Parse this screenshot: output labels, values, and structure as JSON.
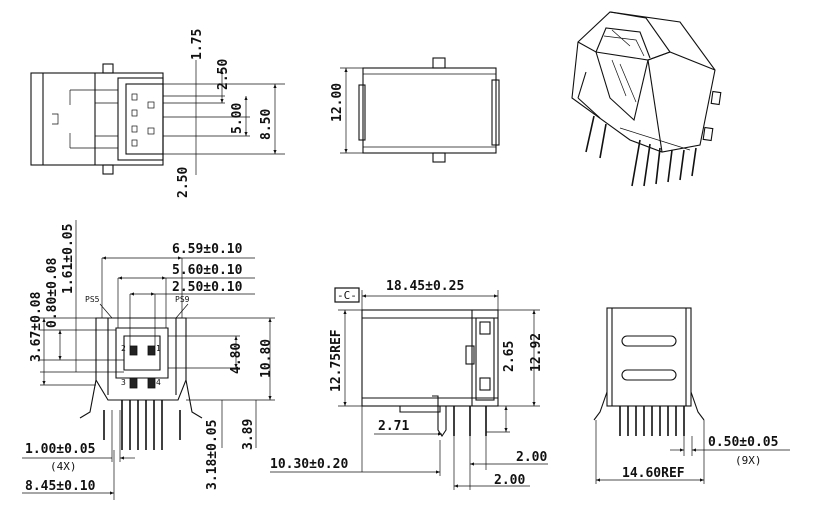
{
  "top_view": {
    "dims": [
      "1.75",
      "2.50",
      "5.00",
      "8.50",
      "2.50"
    ]
  },
  "side_view": {
    "dims": [
      "12.00"
    ]
  },
  "front_view": {
    "dims": [
      "6.59±0.10",
      "5.60±0.10",
      "2.50±0.10",
      "3.67±0.08",
      "0.80±0.08",
      "1.61±0.05",
      "4.80",
      "10.80",
      "3.18±0.05",
      "3.89",
      "1.00±0.05",
      "(4X)",
      "8.45±0.10"
    ],
    "labels": [
      "PS5",
      "PS9",
      "2",
      "1",
      "3",
      "4"
    ]
  },
  "profile_view": {
    "dims": [
      "18.45±0.25",
      "12.75REF",
      "2.65",
      "12.92",
      "2.71",
      "10.30±0.20",
      "2.00",
      "2.00"
    ],
    "datum": "-C-"
  },
  "end_view": {
    "dims": [
      "0.50±0.05",
      "(9X)",
      "14.60REF"
    ]
  }
}
